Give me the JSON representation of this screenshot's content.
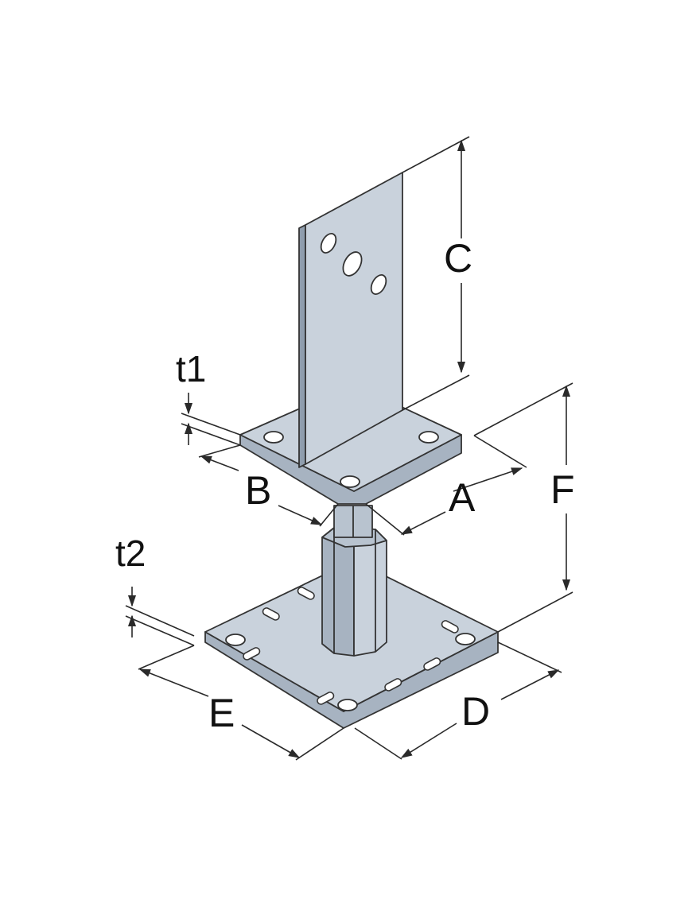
{
  "diagram": {
    "labels": {
      "A": "A",
      "B": "B",
      "C": "C",
      "D": "D",
      "E": "E",
      "F": "F",
      "t1": "t1",
      "t2": "t2"
    },
    "colors": {
      "steel_top": "#c9d2dc",
      "steel_side": "#a7b3c1",
      "steel_dark": "#8f9dad",
      "hole": "#ffffff",
      "line": "#2a2a2a"
    }
  }
}
